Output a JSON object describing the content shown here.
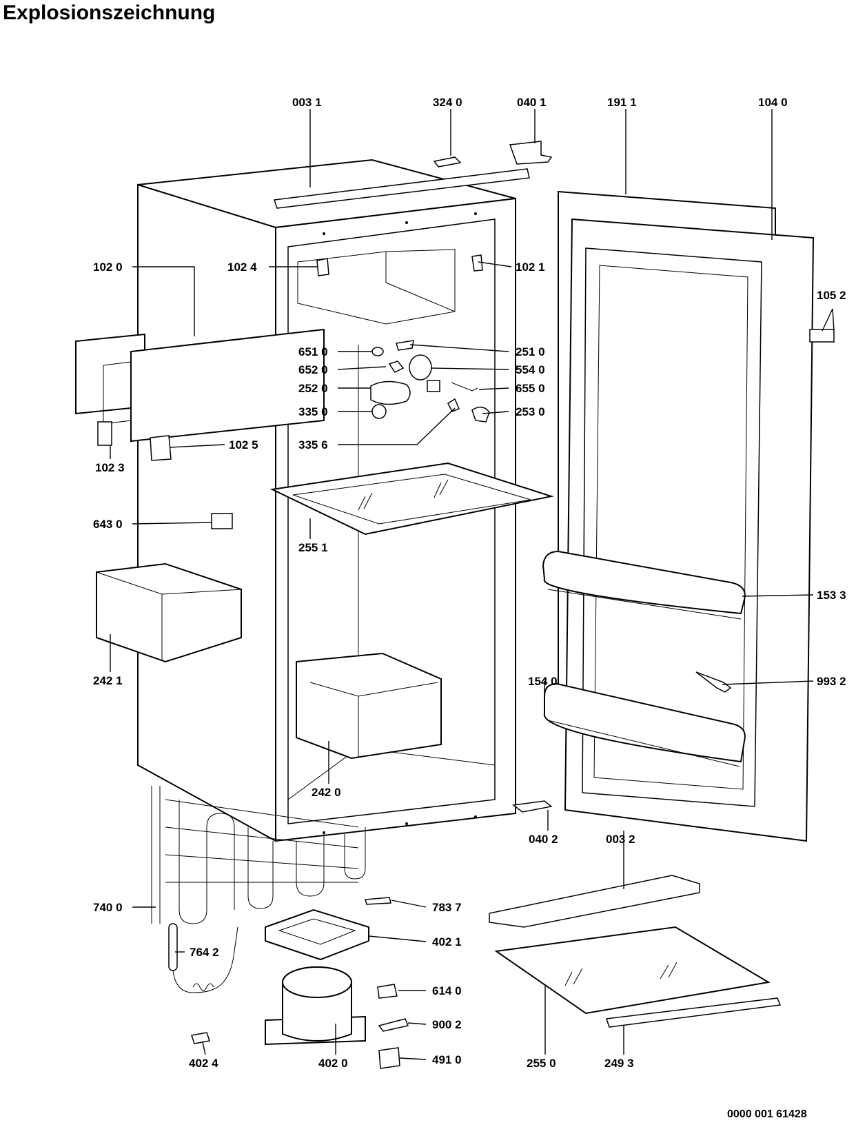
{
  "title": "Explosionszeichnung",
  "document_number": "0000 001 61428",
  "parts": [
    {
      "id": "p0031",
      "label": "003 1"
    },
    {
      "id": "p3240",
      "label": "324 0"
    },
    {
      "id": "p0401",
      "label": "040 1"
    },
    {
      "id": "p1911",
      "label": "191 1"
    },
    {
      "id": "p1040",
      "label": "104 0"
    },
    {
      "id": "p1020",
      "label": "102 0"
    },
    {
      "id": "p1024",
      "label": "102 4"
    },
    {
      "id": "p1021",
      "label": "102 1"
    },
    {
      "id": "p1052",
      "label": "105 2"
    },
    {
      "id": "p6510",
      "label": "651 0"
    },
    {
      "id": "p2510",
      "label": "251 0"
    },
    {
      "id": "p6520",
      "label": "652 0"
    },
    {
      "id": "p5540",
      "label": "554 0"
    },
    {
      "id": "p2520",
      "label": "252 0"
    },
    {
      "id": "p6550",
      "label": "655 0"
    },
    {
      "id": "p3350",
      "label": "335 0"
    },
    {
      "id": "p2530",
      "label": "253 0"
    },
    {
      "id": "p1025",
      "label": "102 5"
    },
    {
      "id": "p3356",
      "label": "335 6"
    },
    {
      "id": "p1023",
      "label": "102 3"
    },
    {
      "id": "p6430",
      "label": "643 0"
    },
    {
      "id": "p2551",
      "label": "255 1"
    },
    {
      "id": "p1533",
      "label": "153 3"
    },
    {
      "id": "p2421",
      "label": "242 1"
    },
    {
      "id": "p1540",
      "label": "154 0"
    },
    {
      "id": "p9932",
      "label": "993 2"
    },
    {
      "id": "p2420",
      "label": "242 0"
    },
    {
      "id": "p0402",
      "label": "040 2"
    },
    {
      "id": "p0032",
      "label": "003 2"
    },
    {
      "id": "p7400",
      "label": "740 0"
    },
    {
      "id": "p7837",
      "label": "783 7"
    },
    {
      "id": "p4021",
      "label": "402 1"
    },
    {
      "id": "p7642",
      "label": "764 2"
    },
    {
      "id": "p6140",
      "label": "614 0"
    },
    {
      "id": "p9002",
      "label": "900 2"
    },
    {
      "id": "p4024",
      "label": "402 4"
    },
    {
      "id": "p4020",
      "label": "402 0"
    },
    {
      "id": "p4910",
      "label": "491 0"
    },
    {
      "id": "p2550",
      "label": "255 0"
    },
    {
      "id": "p2493",
      "label": "249 3"
    }
  ]
}
